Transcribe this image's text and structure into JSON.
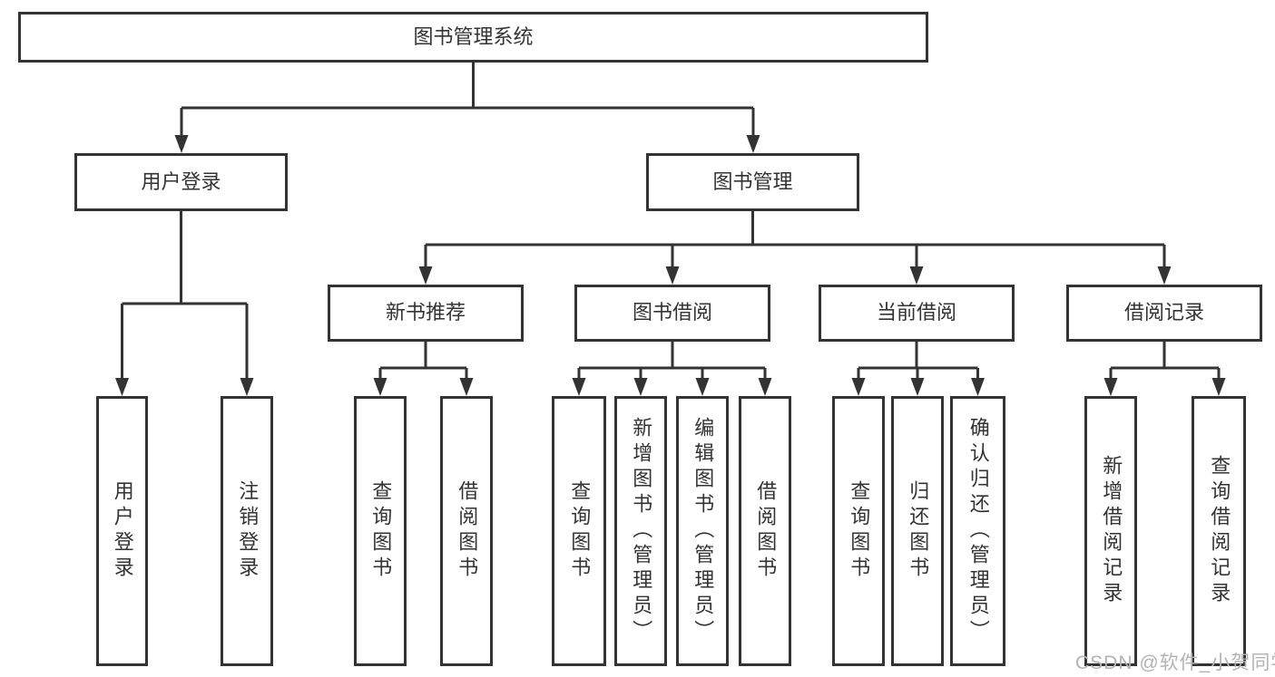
{
  "nodes": {
    "root": "图书管理系统",
    "user_login": "用户登录",
    "book_mgmt": "图书管理",
    "leaf_user_login": "用户登录",
    "leaf_logout": "注销登录",
    "new_book_rec": "新书推荐",
    "book_borrow": "图书借阅",
    "current_borrow": "当前借阅",
    "borrow_records": "借阅记录",
    "nr_query_book": "查询图书",
    "nr_borrow_book": "借阅图书",
    "bb_query_book": "查询图书",
    "bb_add_book": "新增图书（管理员）",
    "bb_edit_book": "编辑图书（管理员）",
    "bb_borrow_book": "借阅图书",
    "cb_query_book": "查询图书",
    "cb_return_book": "归还图书",
    "cb_confirm_return": "确认归还（管理员）",
    "br_add_record": "新增借阅记录",
    "br_query_record": "查询借阅记录"
  },
  "watermark": {
    "text": "CSDN @软件_小贺同学"
  },
  "colors": {
    "line": "#333333",
    "text": "#333333",
    "box_bg": "#ffffff",
    "page_bg": "#ffffff",
    "watermark": "#b3b3b3"
  }
}
